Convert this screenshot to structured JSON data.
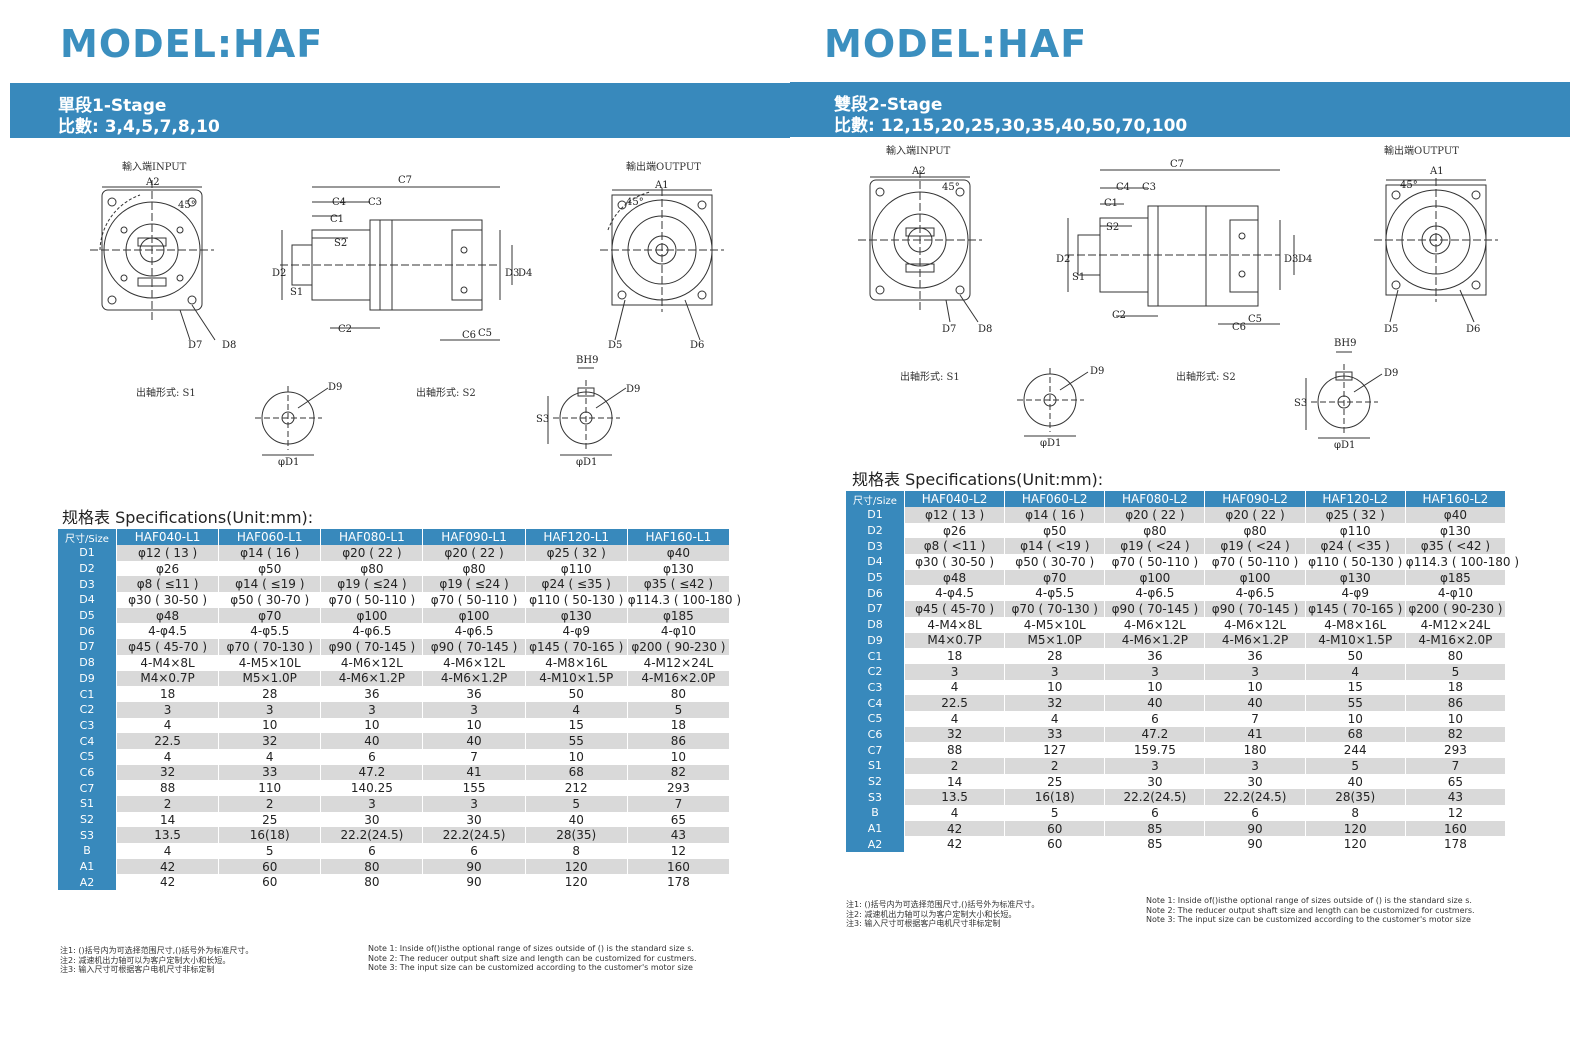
{
  "left": {
    "title": "MODEL:HAF",
    "stage_line": "單段1-Stage",
    "ratio_line": "比數: 3,4,5,7,8,10",
    "labels": {
      "input": "輸入端INPUT",
      "output": "輸出端OUTPUT",
      "shaft_s1": "出軸形式: S1",
      "shaft_s2": "出軸形式: S2"
    },
    "spec_title": "规格表 Specifications(Unit:mm):",
    "table": {
      "corner": "尺寸/Size",
      "headers": [
        "HAF040-L1",
        "HAF060-L1",
        "HAF080-L1",
        "HAF090-L1",
        "HAF120-L1",
        "HAF160-L1"
      ],
      "rows": [
        {
          "key": "D1",
          "values": [
            "φ12 ( 13 )",
            "φ14 ( 16 )",
            "φ20 ( 22 )",
            "φ20 ( 22 )",
            "φ25 ( 32 )",
            "φ40"
          ]
        },
        {
          "key": "D2",
          "values": [
            "φ26",
            "φ50",
            "φ80",
            "φ80",
            "φ110",
            "φ130"
          ]
        },
        {
          "key": "D3",
          "values": [
            "φ8 ( ≤11 )",
            "φ14 ( ≤19 )",
            "φ19 ( ≤24 )",
            "φ19 ( ≤24 )",
            "φ24 ( ≤35 )",
            "φ35 ( ≤42 )"
          ]
        },
        {
          "key": "D4",
          "values": [
            "φ30 ( 30-50 )",
            "φ50 ( 30-70 )",
            "φ70 ( 50-110 )",
            "φ70 ( 50-110 )",
            "φ110 ( 50-130 )",
            "φ114.3 ( 100-180 )"
          ]
        },
        {
          "key": "D5",
          "values": [
            "φ48",
            "φ70",
            "φ100",
            "φ100",
            "φ130",
            "φ185"
          ]
        },
        {
          "key": "D6",
          "values": [
            "4-φ4.5",
            "4-φ5.5",
            "4-φ6.5",
            "4-φ6.5",
            "4-φ9",
            "4-φ10"
          ]
        },
        {
          "key": "D7",
          "values": [
            "φ45 ( 45-70 )",
            "φ70 ( 70-130 )",
            "φ90 ( 70-145 )",
            "φ90 ( 70-145 )",
            "φ145 ( 70-165 )",
            "φ200 ( 90-230 )"
          ]
        },
        {
          "key": "D8",
          "values": [
            "4-M4×8L",
            "4-M5×10L",
            "4-M6×12L",
            "4-M6×12L",
            "4-M8×16L",
            "4-M12×24L"
          ]
        },
        {
          "key": "D9",
          "values": [
            "M4×0.7P",
            "M5×1.0P",
            "4-M6×1.2P",
            "4-M6×1.2P",
            "4-M10×1.5P",
            "4-M16×2.0P"
          ]
        },
        {
          "key": "C1",
          "values": [
            "18",
            "28",
            "36",
            "36",
            "50",
            "80"
          ]
        },
        {
          "key": "C2",
          "values": [
            "3",
            "3",
            "3",
            "3",
            "4",
            "5"
          ]
        },
        {
          "key": "C3",
          "values": [
            "4",
            "10",
            "10",
            "10",
            "15",
            "18"
          ]
        },
        {
          "key": "C4",
          "values": [
            "22.5",
            "32",
            "40",
            "40",
            "55",
            "86"
          ]
        },
        {
          "key": "C5",
          "values": [
            "4",
            "4",
            "6",
            "7",
            "10",
            "10"
          ]
        },
        {
          "key": "C6",
          "values": [
            "32",
            "33",
            "47.2",
            "41",
            "68",
            "82"
          ]
        },
        {
          "key": "C7",
          "values": [
            "88",
            "110",
            "140.25",
            "155",
            "212",
            "293"
          ]
        },
        {
          "key": "S1",
          "values": [
            "2",
            "2",
            "3",
            "3",
            "5",
            "7"
          ]
        },
        {
          "key": "S2",
          "values": [
            "14",
            "25",
            "30",
            "30",
            "40",
            "65"
          ]
        },
        {
          "key": "S3",
          "values": [
            "13.5",
            "16(18)",
            "22.2(24.5)",
            "22.2(24.5)",
            "28(35)",
            "43"
          ]
        },
        {
          "key": "B",
          "values": [
            "4",
            "5",
            "6",
            "6",
            "8",
            "12"
          ]
        },
        {
          "key": "A1",
          "values": [
            "42",
            "60",
            "80",
            "90",
            "120",
            "160"
          ]
        },
        {
          "key": "A2",
          "values": [
            "42",
            "60",
            "80",
            "90",
            "120",
            "178"
          ]
        }
      ]
    },
    "notes_cn": [
      "注1: ()括号内为可选择范围尺寸,()括号外为标准尺寸。",
      "注2: 减速机出力轴可以为客户定制大小和长短。",
      "注3: 输入尺寸可根据客户电机尺寸非标定制"
    ],
    "notes_en": [
      "Note 1: Inside of()isthe optional range of sizes outside of () is the standard size s.",
      "Note 2: The reducer output shaft size and length can be customized for custmers.",
      "Note 3: The input size can be customized according to the customer's motor size"
    ]
  },
  "right": {
    "title": "MODEL:HAF",
    "stage_line": "雙段2-Stage",
    "ratio_line": "比數: 12,15,20,25,30,35,40,50,70,100",
    "labels": {
      "input": "輸入端INPUT",
      "output": "輸出端OUTPUT",
      "shaft_s1": "出軸形式: S1",
      "shaft_s2": "出軸形式: S2"
    },
    "spec_title": "规格表 Specifications(Unit:mm):",
    "table": {
      "corner": "尺寸/Size",
      "headers": [
        "HAF040-L2",
        "HAF060-L2",
        "HAF080-L2",
        "HAF090-L2",
        "HAF120-L2",
        "HAF160-L2"
      ],
      "rows": [
        {
          "key": "D1",
          "values": [
            "φ12 ( 13 )",
            "φ14 ( 16 )",
            "φ20 ( 22 )",
            "φ20 ( 22 )",
            "φ25 ( 32 )",
            "φ40"
          ]
        },
        {
          "key": "D2",
          "values": [
            "φ26",
            "φ50",
            "φ80",
            "φ80",
            "φ110",
            "φ130"
          ]
        },
        {
          "key": "D3",
          "values": [
            "φ8 ( <11 )",
            "φ14 ( <19 )",
            "φ19 ( <24 )",
            "φ19 ( <24 )",
            "φ24 ( <35 )",
            "φ35 ( <42 )"
          ]
        },
        {
          "key": "D4",
          "values": [
            "φ30 ( 30-50 )",
            "φ50 ( 30-70 )",
            "φ70 ( 50-110 )",
            "φ70 ( 50-110 )",
            "φ110 ( 50-130 )",
            "φ114.3 ( 100-180 )"
          ]
        },
        {
          "key": "D5",
          "values": [
            "φ48",
            "φ70",
            "φ100",
            "φ100",
            "φ130",
            "φ185"
          ]
        },
        {
          "key": "D6",
          "values": [
            "4-φ4.5",
            "4-φ5.5",
            "4-φ6.5",
            "4-φ6.5",
            "4-φ9",
            "4-φ10"
          ]
        },
        {
          "key": "D7",
          "values": [
            "φ45 ( 45-70 )",
            "φ70 ( 70-130 )",
            "φ90 ( 70-145 )",
            "φ90 ( 70-145 )",
            "φ145 ( 70-165 )",
            "φ200 ( 90-230 )"
          ]
        },
        {
          "key": "D8",
          "values": [
            "4-M4×8L",
            "4-M5×10L",
            "4-M6×12L",
            "4-M6×12L",
            "4-M8×16L",
            "4-M12×24L"
          ]
        },
        {
          "key": "D9",
          "values": [
            "M4×0.7P",
            "M5×1.0P",
            "4-M6×1.2P",
            "4-M6×1.2P",
            "4-M10×1.5P",
            "4-M16×2.0P"
          ]
        },
        {
          "key": "C1",
          "values": [
            "18",
            "28",
            "36",
            "36",
            "50",
            "80"
          ]
        },
        {
          "key": "C2",
          "values": [
            "3",
            "3",
            "3",
            "3",
            "4",
            "5"
          ]
        },
        {
          "key": "C3",
          "values": [
            "4",
            "10",
            "10",
            "10",
            "15",
            "18"
          ]
        },
        {
          "key": "C4",
          "values": [
            "22.5",
            "32",
            "40",
            "40",
            "55",
            "86"
          ]
        },
        {
          "key": "C5",
          "values": [
            "4",
            "4",
            "6",
            "7",
            "10",
            "10"
          ]
        },
        {
          "key": "C6",
          "values": [
            "32",
            "33",
            "47.2",
            "41",
            "68",
            "82"
          ]
        },
        {
          "key": "C7",
          "values": [
            "88",
            "127",
            "159.75",
            "180",
            "244",
            "293"
          ]
        },
        {
          "key": "S1",
          "values": [
            "2",
            "2",
            "3",
            "3",
            "5",
            "7"
          ]
        },
        {
          "key": "S2",
          "values": [
            "14",
            "25",
            "30",
            "30",
            "40",
            "65"
          ]
        },
        {
          "key": "S3",
          "values": [
            "13.5",
            "16(18)",
            "22.2(24.5)",
            "22.2(24.5)",
            "28(35)",
            "43"
          ]
        },
        {
          "key": "B",
          "values": [
            "4",
            "5",
            "6",
            "6",
            "8",
            "12"
          ]
        },
        {
          "key": "A1",
          "values": [
            "42",
            "60",
            "85",
            "90",
            "120",
            "160"
          ]
        },
        {
          "key": "A2",
          "values": [
            "42",
            "60",
            "85",
            "90",
            "120",
            "178"
          ]
        }
      ]
    },
    "notes_cn": [
      "注1: ()括号内为可选择范围尺寸,()括号外为标准尺寸。",
      "注2: 减速机出力轴可以为客户定制大小和长短。",
      "注3: 输入尺寸可根据客户电机尺寸非标定制"
    ],
    "notes_en": [
      "Note 1: Inside of()isthe optional range of sizes outside of () is the standard size s.",
      "Note 2: The reducer output shaft size and length can be customized for custmers.",
      "Note 3: The input size can be customized according to the customer's motor size"
    ]
  },
  "dims": {
    "A1": "A1",
    "A2": "A2",
    "C1": "C1",
    "C2": "C2",
    "C3": "C3",
    "C4": "C4",
    "C5": "C5",
    "C6": "C6",
    "C7": "C7",
    "D1": "D1",
    "D2": "D2",
    "D3": "D3",
    "D4": "D4",
    "D5": "D5",
    "D6": "D6",
    "D7": "D7",
    "D8": "D8",
    "D9": "D9",
    "S1": "S1",
    "S2": "S2",
    "S3": "S3",
    "BH9": "BH9",
    "angle": "45°",
    "phiD1": "φD1"
  }
}
